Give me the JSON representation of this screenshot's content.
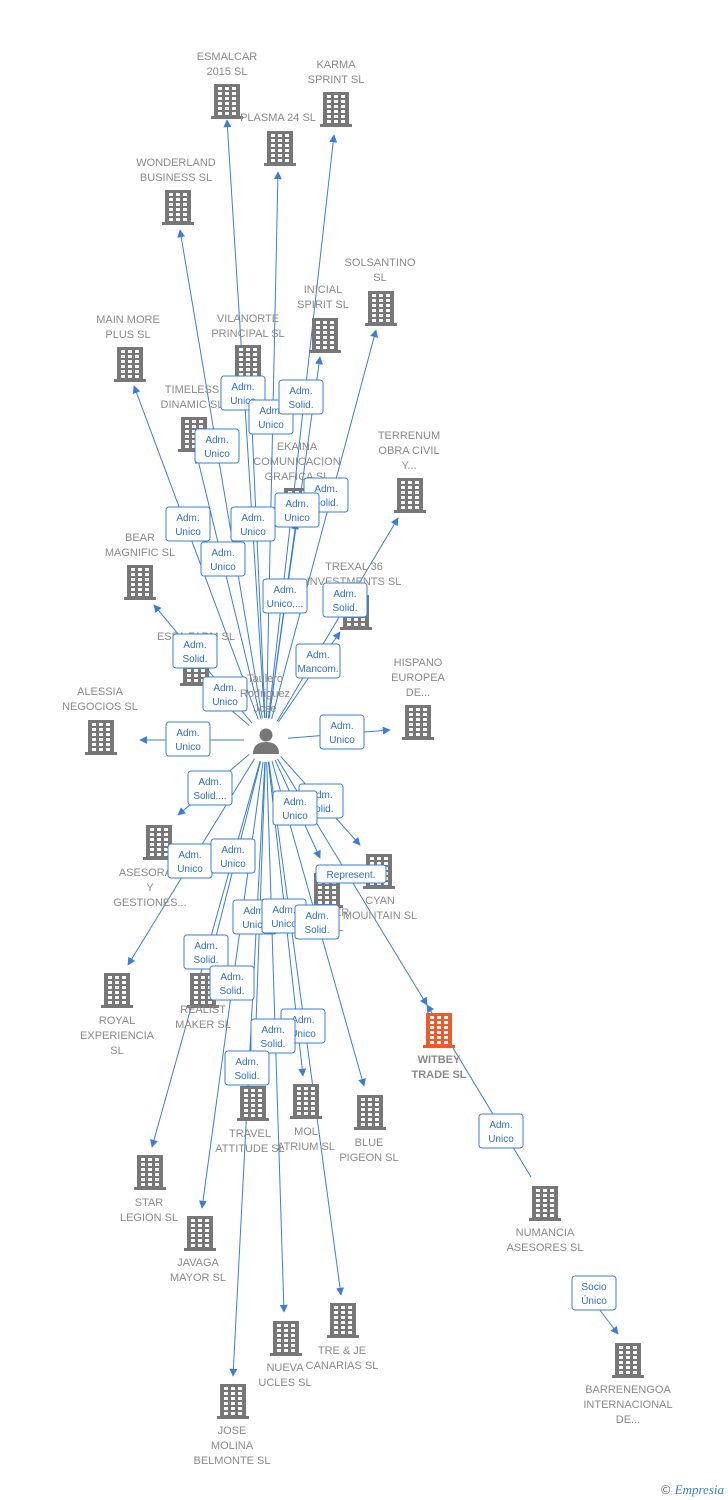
{
  "colors": {
    "edge": "#3a7fd4",
    "building": "#777777",
    "highlight": "#f05a28",
    "label": "#8a8a8a"
  },
  "footer": {
    "copyright": "©",
    "brand": "Empresia"
  },
  "person": {
    "id": "p",
    "name_lines": [
      "Taulero",
      "Rodriguez",
      "Jose"
    ]
  },
  "nodes": [
    {
      "id": "esmalcar",
      "label": [
        "ESMALCAR",
        "2015  SL"
      ]
    },
    {
      "id": "karma",
      "label": [
        "KARMA",
        "SPRINT  SL"
      ]
    },
    {
      "id": "plasma",
      "label": [
        "PLASMA 24  SL"
      ]
    },
    {
      "id": "wonderland",
      "label": [
        "WONDERLAND",
        "BUSINESS  SL"
      ]
    },
    {
      "id": "solsantino",
      "label": [
        "SOLSANTINO",
        "SL"
      ]
    },
    {
      "id": "inicial",
      "label": [
        "INICIAL",
        "SPIRIT  SL"
      ]
    },
    {
      "id": "mainmore",
      "label": [
        "MAIN MORE",
        "PLUS  SL"
      ]
    },
    {
      "id": "vilanorte",
      "label": [
        "VILANORTE",
        "PRINCIPAL  SL"
      ]
    },
    {
      "id": "timeless",
      "label": [
        "TIMELESS",
        "DINAMIC  SL"
      ]
    },
    {
      "id": "ekaina",
      "label": [
        "EKAINA",
        "COMUNICACION",
        "GRAFICA  SL"
      ]
    },
    {
      "id": "terrenum",
      "label": [
        "TERRENUM",
        "OBRA CIVIL",
        "Y..."
      ]
    },
    {
      "id": "bear",
      "label": [
        "BEAR",
        "MAGNIFIC  SL"
      ]
    },
    {
      "id": "trexal",
      "label": [
        "TREXAL 36",
        "INVESTMENTS  SL"
      ]
    },
    {
      "id": "espa",
      "label": [
        "ESPA  FARM  SL"
      ]
    },
    {
      "id": "hispano",
      "label": [
        "HISPANO",
        "EUROPEA",
        "DE..."
      ]
    },
    {
      "id": "alessia",
      "label": [
        "ALESSIA",
        "NEGOCIOS  SL"
      ]
    },
    {
      "id": "asesoram",
      "label": [
        "ASESORAM",
        "Y",
        "GESTIONES..."
      ]
    },
    {
      "id": "cyan",
      "label": [
        "CYAN",
        "MOUNTAIN  SL"
      ]
    },
    {
      "id": "mer",
      "label": [
        "MER",
        "SL"
      ]
    },
    {
      "id": "royal",
      "label": [
        "ROYAL",
        "EXPERIENCIA",
        "SL"
      ]
    },
    {
      "id": "realist",
      "label": [
        "REALIST",
        "MAKER  SL"
      ]
    },
    {
      "id": "witbey",
      "label": [
        "WITBEY",
        "TRADE  SL"
      ],
      "highlight": true
    },
    {
      "id": "travel",
      "label": [
        "TRAVEL",
        "ATTITUDE  SL"
      ]
    },
    {
      "id": "mol",
      "label": [
        "MOL",
        "ATRIUM  SL"
      ]
    },
    {
      "id": "blue",
      "label": [
        "BLUE",
        "PIGEON  SL"
      ]
    },
    {
      "id": "star",
      "label": [
        "STAR",
        "LEGION  SL"
      ]
    },
    {
      "id": "numancia",
      "label": [
        "NUMANCIA",
        "ASESORES  SL"
      ]
    },
    {
      "id": "javaga",
      "label": [
        "JAVAGA",
        "MAYOR  SL"
      ]
    },
    {
      "id": "trejecanarias",
      "label": [
        "TRE & JE",
        "CANARIAS  SL"
      ]
    },
    {
      "id": "nueva",
      "label": [
        "NUEVA",
        "UCLES  SL"
      ]
    },
    {
      "id": "barrenengoa",
      "label": [
        "BARRENENGOA",
        "INTERNACIONAL",
        "DE..."
      ]
    },
    {
      "id": "josemolina",
      "label": [
        "JOSE",
        "MOLINA",
        "BELMONTE  SL"
      ]
    }
  ],
  "edges": [
    {
      "from": "p",
      "to": "esmalcar",
      "label": [
        "Adm.",
        "Unico"
      ]
    },
    {
      "from": "p",
      "to": "plasma",
      "label": [
        "Adm.",
        "Unico"
      ]
    },
    {
      "from": "p",
      "to": "karma",
      "label": [
        "Adm.",
        "Solid."
      ]
    },
    {
      "from": "p",
      "to": "wonderland",
      "label": [
        "Adm.",
        "Unico"
      ]
    },
    {
      "from": "p",
      "to": "inicial",
      "label": [
        "Adm.",
        "Solid."
      ]
    },
    {
      "from": "p",
      "to": "solsantino",
      "label": [
        "Adm.",
        "Unico"
      ]
    },
    {
      "from": "p",
      "to": "mainmore",
      "label": [
        "Adm.",
        "Unico"
      ]
    },
    {
      "from": "p",
      "to": "vilanorte",
      "label": [
        "Adm.",
        "Unico"
      ]
    },
    {
      "from": "p",
      "to": "timeless",
      "label": [
        "Adm.",
        "Unico"
      ]
    },
    {
      "from": "p",
      "to": "ekaina",
      "label": [
        "Adm.",
        "Unico,..."
      ]
    },
    {
      "from": "p",
      "to": "terrenum",
      "label": [
        "Adm.",
        "Solid."
      ]
    },
    {
      "from": "p",
      "to": "bear",
      "label": [
        "Adm.",
        "Solid."
      ]
    },
    {
      "from": "p",
      "to": "trexal",
      "label": [
        "Adm.",
        "Mancom."
      ]
    },
    {
      "from": "p",
      "to": "espa",
      "label": [
        "Adm.",
        "Unico"
      ]
    },
    {
      "from": "p",
      "to": "hispano",
      "label": [
        "Adm.",
        "Unico"
      ]
    },
    {
      "from": "p",
      "to": "alessia",
      "label": [
        "Adm.",
        "Unico"
      ]
    },
    {
      "from": "p",
      "to": "asesoram",
      "label": [
        "Adm.",
        "Solid...."
      ]
    },
    {
      "from": "p",
      "to": "cyan",
      "label": [
        "Adm.",
        "Solid."
      ]
    },
    {
      "from": "p",
      "to": "mer",
      "label": [
        "Adm.",
        "Unico"
      ]
    },
    {
      "from": "p",
      "to": "witbey",
      "label": [
        "Represent."
      ]
    },
    {
      "from": "p",
      "to": "royal",
      "label": [
        "Adm.",
        "Unico"
      ]
    },
    {
      "from": "p",
      "to": "realist",
      "label": [
        "Adm.",
        "Unico"
      ]
    },
    {
      "from": "p",
      "to": "travel",
      "label": [
        "Adm.",
        "Unico"
      ]
    },
    {
      "from": "p",
      "to": "mol",
      "label": [
        "Adm.",
        "Unico"
      ]
    },
    {
      "from": "p",
      "to": "blue",
      "label": [
        "Adm.",
        "Solid."
      ]
    },
    {
      "from": "p",
      "to": "star",
      "label": [
        "Adm.",
        "Solid."
      ]
    },
    {
      "from": "p",
      "to": "javaga",
      "label": [
        "Adm.",
        "Solid."
      ]
    },
    {
      "from": "p",
      "to": "trejecanarias",
      "label": [
        "Adm.",
        "Unico"
      ]
    },
    {
      "from": "p",
      "to": "nueva",
      "label": [
        "Adm.",
        "Solid."
      ]
    },
    {
      "from": "p",
      "to": "josemolina",
      "label": [
        "Adm.",
        "Solid."
      ]
    },
    {
      "from": "numancia",
      "to": "witbey",
      "label": [
        "Adm.",
        "Unico"
      ]
    },
    {
      "from": "numancia",
      "to": "barrenengoa",
      "label": [
        "Socio",
        "Único"
      ]
    }
  ]
}
